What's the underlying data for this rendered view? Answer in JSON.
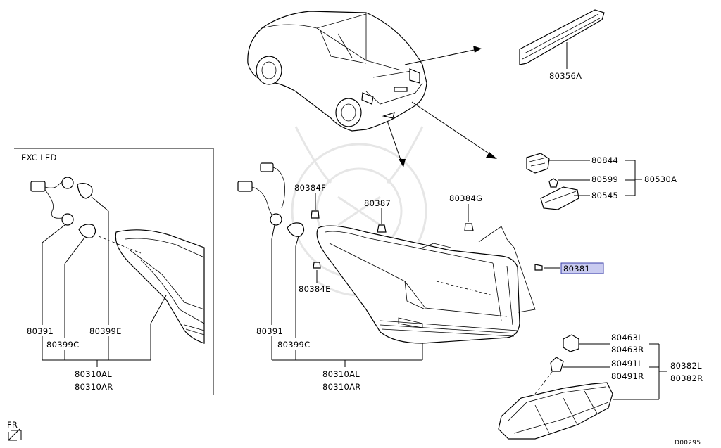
{
  "diagram": {
    "region_label": "EXC LED",
    "direction_label": "FR",
    "drawing_id": "D00295",
    "highlighted_part": "80381",
    "callouts": {
      "c80356A": "80356A",
      "c80844": "80844",
      "c80599": "80599",
      "c80545": "80545",
      "c80530A": "80530A",
      "c80384F": "80384F",
      "c80387": "80387",
      "c80384G": "80384G",
      "c80381": "80381",
      "c80384E": "80384E",
      "r80391": "80391",
      "r80399C": "80399C",
      "r80310AL": "80310AL",
      "r80310AR": "80310AR",
      "l80391": "80391",
      "l80399C": "80399C",
      "l80399E": "80399E",
      "l80310AL": "80310AL",
      "l80310AR": "80310AR",
      "c80463L": "80463L",
      "c80463R": "80463R",
      "c80491L": "80491L",
      "c80491R": "80491R",
      "c80382L": "80382L",
      "c80382R": "80382R"
    }
  }
}
